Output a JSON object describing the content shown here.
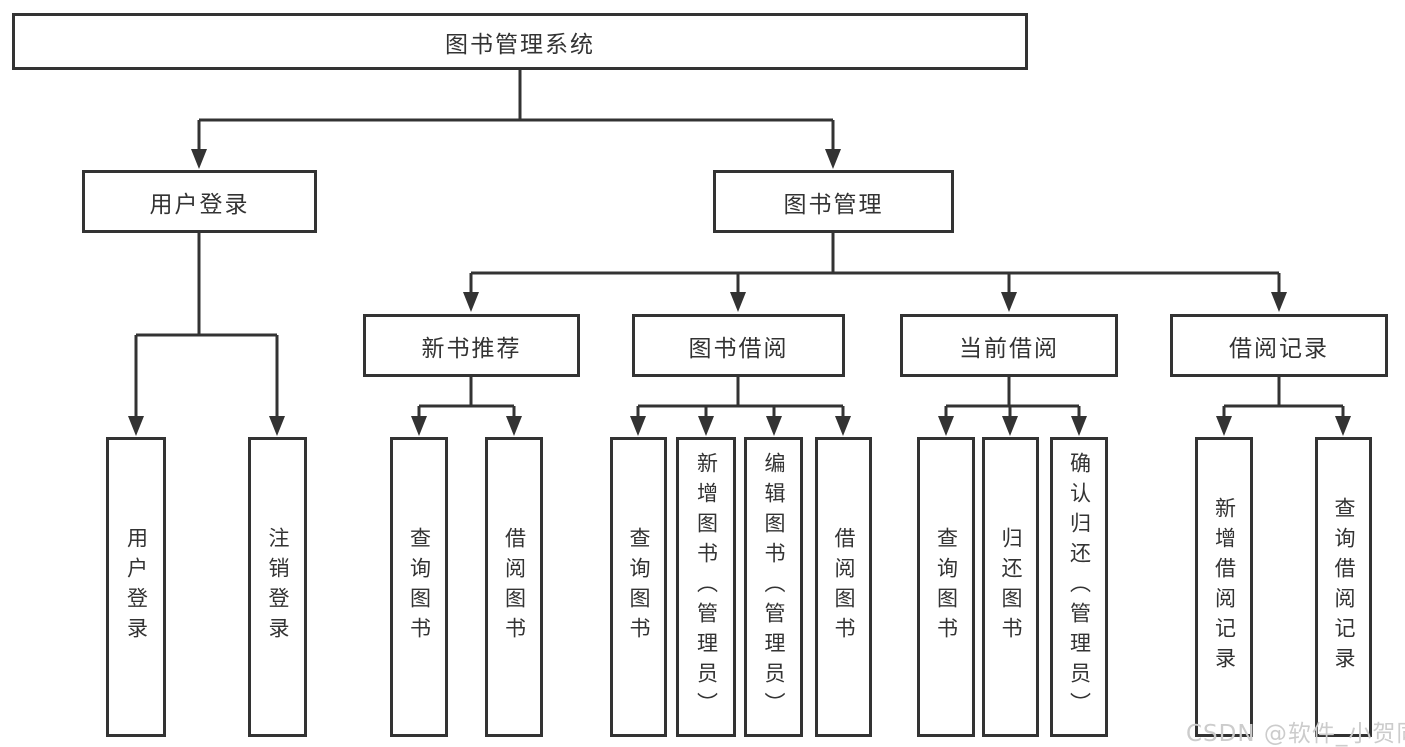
{
  "diagram_type": "tree",
  "colors": {
    "line": "#333333",
    "text": "#333333",
    "box_background": "#ffffff",
    "watermark": "#cccccc",
    "background": "#ffffff"
  },
  "tree": {
    "label": "图书管理系统",
    "children": [
      {
        "label": "用户登录",
        "children": [
          {
            "label": "用户登录"
          },
          {
            "label": "注销登录"
          }
        ]
      },
      {
        "label": "图书管理",
        "children": [
          {
            "label": "新书推荐",
            "children": [
              {
                "label": "查询图书"
              },
              {
                "label": "借阅图书"
              }
            ]
          },
          {
            "label": "图书借阅",
            "children": [
              {
                "label": "查询图书"
              },
              {
                "label": "新增图书（管理员）"
              },
              {
                "label": "编辑图书（管理员）"
              },
              {
                "label": "借阅图书"
              }
            ]
          },
          {
            "label": "当前借阅",
            "children": [
              {
                "label": "查询图书"
              },
              {
                "label": "归还图书"
              },
              {
                "label": "确认归还（管理员）"
              }
            ]
          },
          {
            "label": "借阅记录",
            "children": [
              {
                "label": "新增借阅记录"
              },
              {
                "label": "查询借阅记录"
              }
            ]
          }
        ]
      }
    ]
  },
  "watermark": {
    "text": "CSDN @软件_小贺同学"
  }
}
